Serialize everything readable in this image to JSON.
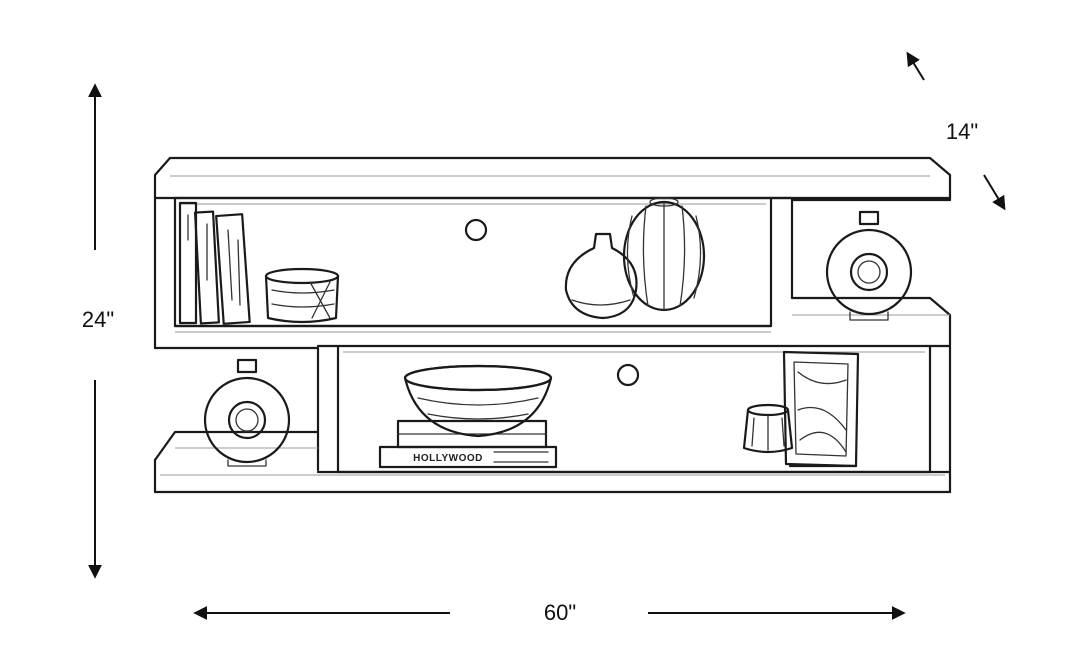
{
  "dimensions": {
    "height": "24\"",
    "width": "60\"",
    "depth": "14\""
  },
  "book_spine_text": "HOLLYWOOD",
  "colors": {
    "line": "#1a1a1a",
    "background": "#ffffff"
  },
  "icons": [
    "arrow-up-icon",
    "arrow-down-icon",
    "arrow-left-icon",
    "arrow-right-icon",
    "arrow-diagonal-icon"
  ]
}
